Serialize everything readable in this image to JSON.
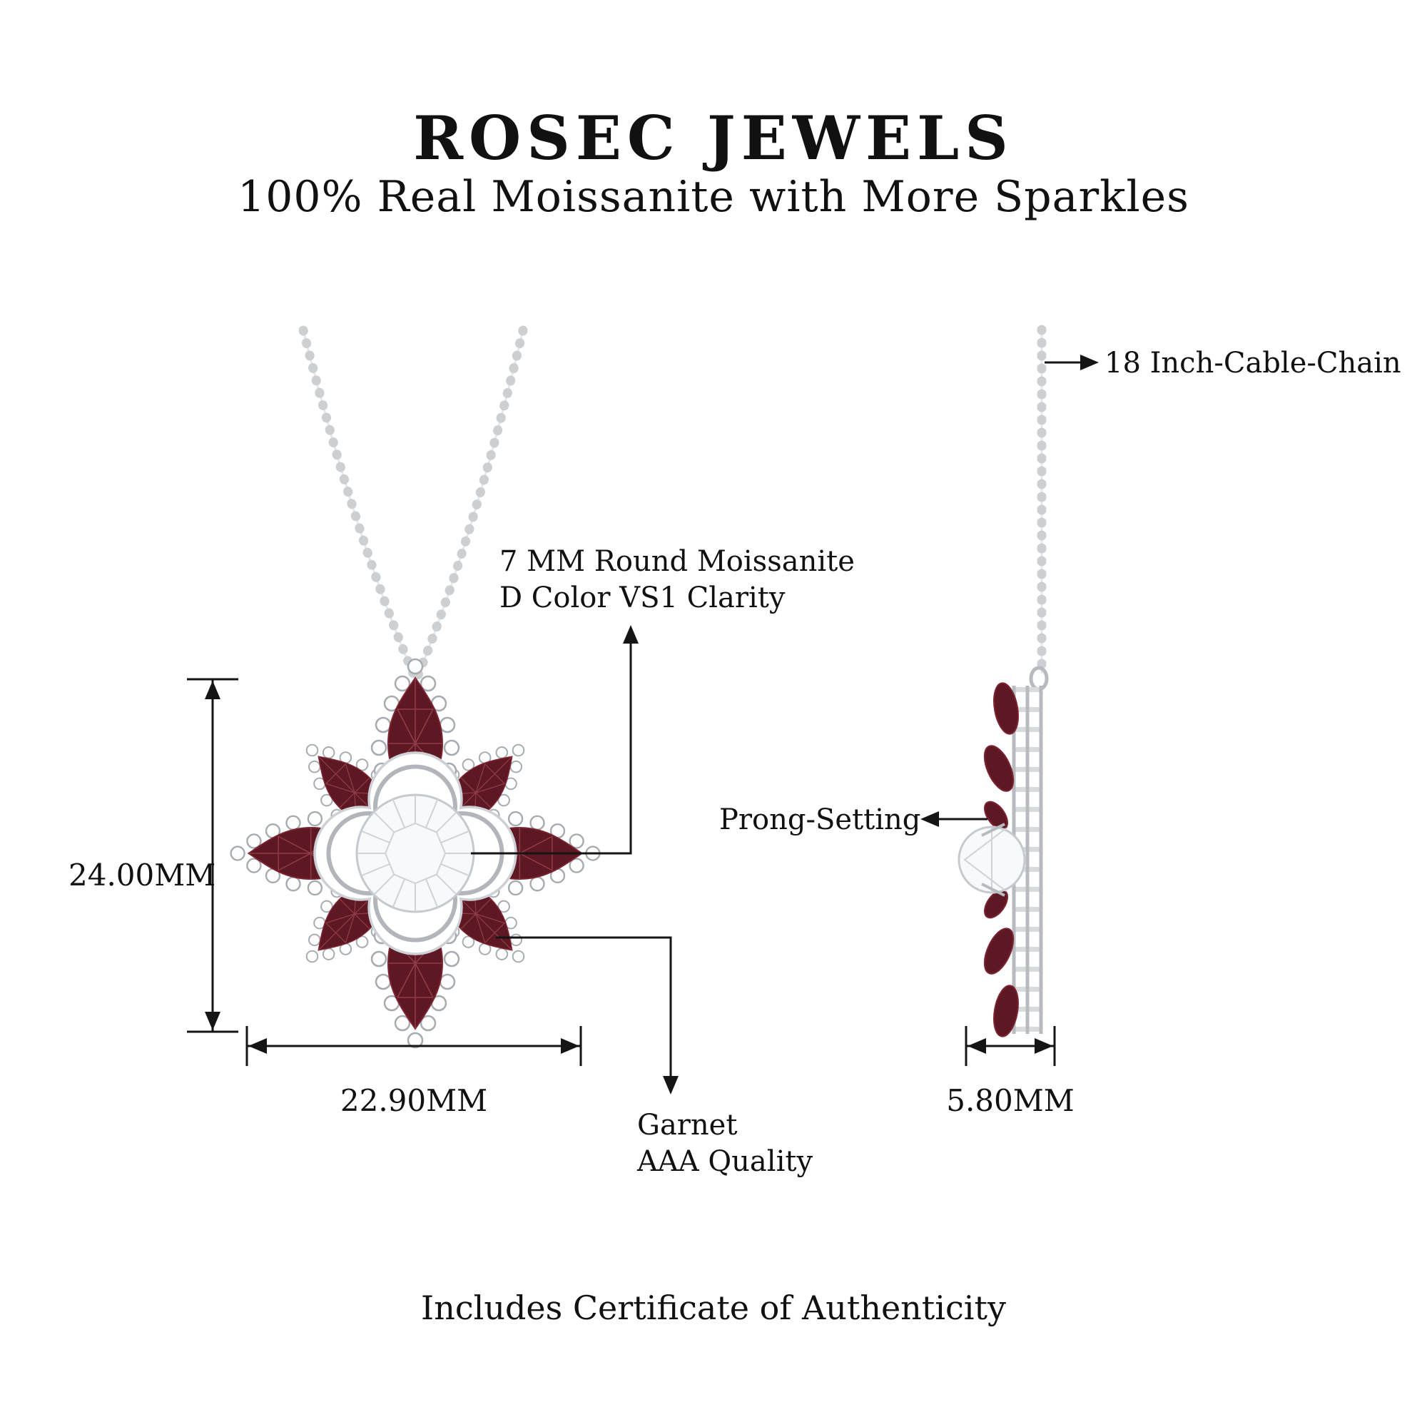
{
  "header": {
    "brand": "ROSEC JEWELS",
    "tagline": "100% Real Moissanite with More Sparkles"
  },
  "callouts": {
    "chain": "18 Inch-Cable-Chain",
    "moissanite": {
      "line1": "7 MM Round Moissanite",
      "line2": "D Color VS1 Clarity"
    },
    "prong": "Prong-Setting",
    "garnet": {
      "line1": "Garnet",
      "line2": "AAA Quality"
    }
  },
  "dims": {
    "height": "24.00MM",
    "width": "22.90MM",
    "depth": "5.80MM"
  },
  "footer": {
    "note": "Includes Certificate of Authenticity"
  },
  "colors": {
    "garnet": "#5e1823",
    "metal": "#b7bbbf",
    "metal_light": "#d8dbde",
    "stone_white": "#f7f9fa",
    "chain": "#cdd0d3",
    "text": "#111111"
  }
}
